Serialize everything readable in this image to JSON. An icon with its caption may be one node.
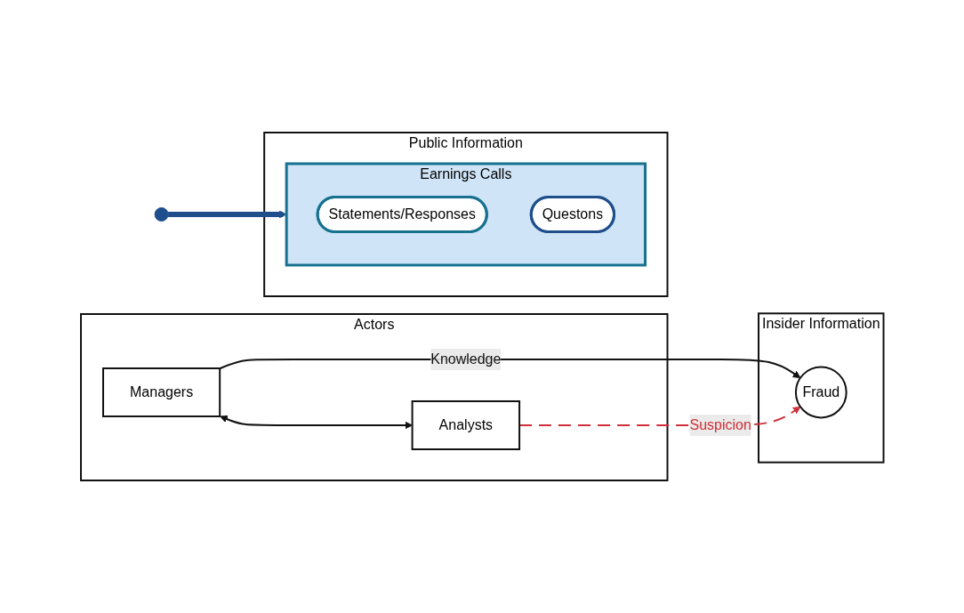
{
  "diagram": {
    "nodes": [
      {
        "text": [
          "Insider Information"
        ]
      },
      {
        "text": [
          "Fraud"
        ],
        "in": 0
      },
      {
        "text": [
          "Actors"
        ]
      },
      {
        "text": [
          "Managers"
        ],
        "in": 2
      },
      {
        "text": [
          "Analysts"
        ],
        "in": 2
      },
      {
        "text": [
          "Public Information"
        ]
      },
      {
        "text": [
          "Earnings Calls"
        ],
        "in": 5
      },
      {
        "text": [
          "Statements/Responses"
        ],
        "in": 6
      },
      {
        "text": [
          "Questons"
        ],
        "in": 6
      }
    ],
    "edges": [
      {
        "from": 3,
        "to": 1,
        "arrow": "to",
        "label": "Knowledge"
      },
      {
        "from": 4,
        "to": 1,
        "arrow": "to",
        "label": "Suspicion",
        "style": "dashed",
        "color": "#d0303a"
      },
      {
        "from": 3,
        "to": 4,
        "arrow": "both"
      },
      {
        "from": null,
        "to": 6,
        "arrow": "to",
        "style": "thick",
        "color": "#1f4e8c"
      }
    ]
  }
}
